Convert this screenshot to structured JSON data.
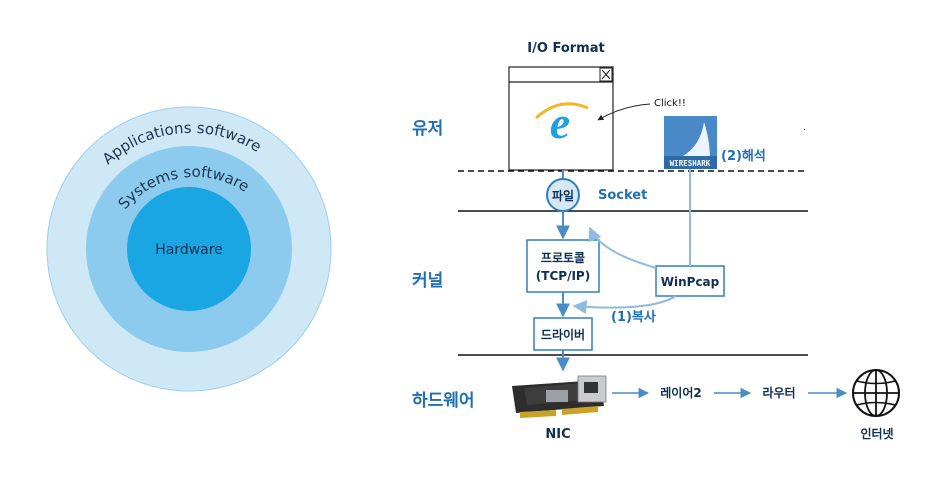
{
  "rings": {
    "outer_label": "Applications software",
    "middle_label": "Systems software",
    "inner_label": "Hardware",
    "colors": {
      "outer": "#cfe8f6",
      "middle": "#8ccbee",
      "inner": "#1aa6e2"
    }
  },
  "layers": {
    "user": "유저",
    "kernel": "커널",
    "hardware": "하드웨어"
  },
  "top": {
    "io_format": "I/O Format",
    "click_label": "Click!!",
    "wireshark_logo_text": "WIRESHARK",
    "analysis_label": "(2)해석",
    "dot": "."
  },
  "kernel_side": {
    "file_label": "파일",
    "socket_label": "Socket",
    "protocol_line1": "프로토콜",
    "protocol_line2": "(TCP/IP)",
    "winpcap_label": "WinPcap",
    "copy_label": "(1)복사",
    "driver_label": "드라이버"
  },
  "hardware_side": {
    "nic_label": "NIC",
    "layer2_label": "레이어2",
    "router_label": "라우터",
    "internet_label": "인터넷"
  },
  "colors": {
    "accent": "#1f6fb5",
    "box_border": "#2f7fc1",
    "arrow": "#7fb2da"
  }
}
